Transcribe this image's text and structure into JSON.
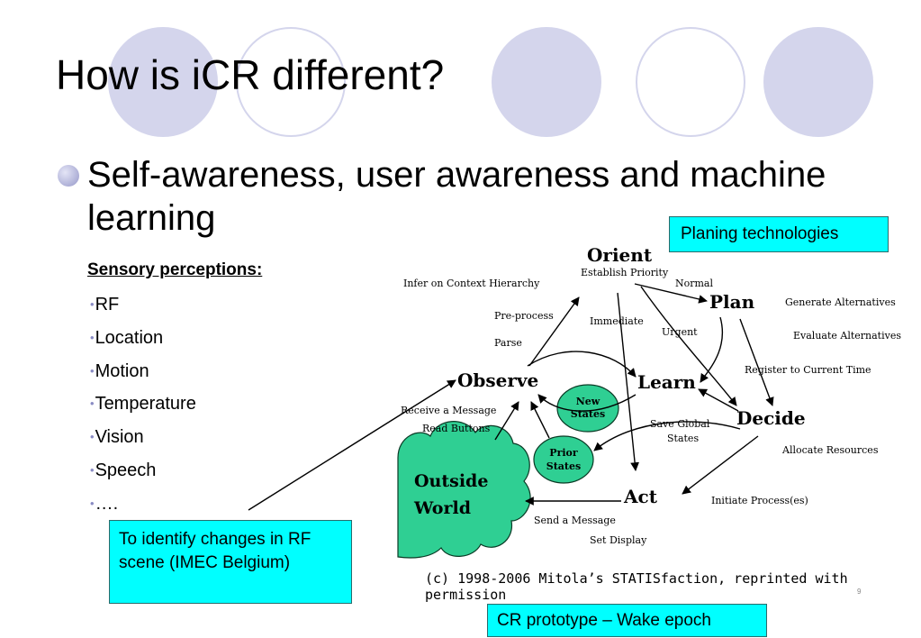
{
  "slide": {
    "title": "How is iCR different?",
    "main_bullet": "Self-awareness, user awareness and machine learning",
    "sensory_title": "Sensory perceptions:",
    "sensory_items": [
      "RF",
      "Location",
      "Motion",
      "Temperature",
      "Vision",
      "Speech",
      "…."
    ],
    "bullet_marker": "•"
  },
  "callouts": {
    "planing": "Planing technologies",
    "rf_scene": "To identify changes in RF scene (IMEC Belgium)",
    "prototype": "CR prototype – Wake epoch"
  },
  "copyright": "(c) 1998-2006 Mitola’s STATISfaction, reprinted with permission",
  "diagram": {
    "nodes": {
      "orient": "Orient",
      "plan": "Plan",
      "observe": "Observe",
      "learn": "Learn",
      "decide": "Decide",
      "act": "Act",
      "outside_world_line1": "Outside",
      "outside_world_line2": "World",
      "new_states_line1": "New",
      "new_states_line2": "States",
      "prior_states_line1": "Prior",
      "prior_states_line2": "States"
    },
    "labels": {
      "establish_priority": "Establish Priority",
      "infer_context": "Infer on Context Hierarchy",
      "normal": "Normal",
      "generate_alternatives": "Generate Alternatives",
      "evaluate_alternatives": "Evaluate Alternatives",
      "pre_process": "Pre-process",
      "parse": "Parse",
      "immediate": "Immediate",
      "urgent": "Urgent",
      "register_time": "Register to Current Time",
      "receive_message": "Receive a Message",
      "read_buttons": "Read Buttons",
      "save_global_line1": "Save Global",
      "save_global_line2": "States",
      "allocate_resources": "Allocate Resources",
      "initiate_process": "Initiate Process(es)",
      "send_message": "Send a Message",
      "set_display": "Set Display"
    },
    "colors": {
      "cloud_fill": "#2fcf93",
      "cloud_stroke": "#0a3a25",
      "deco_circle": "#d4d5ec",
      "callout_bg": "#00ffff"
    }
  },
  "page_number": "9"
}
